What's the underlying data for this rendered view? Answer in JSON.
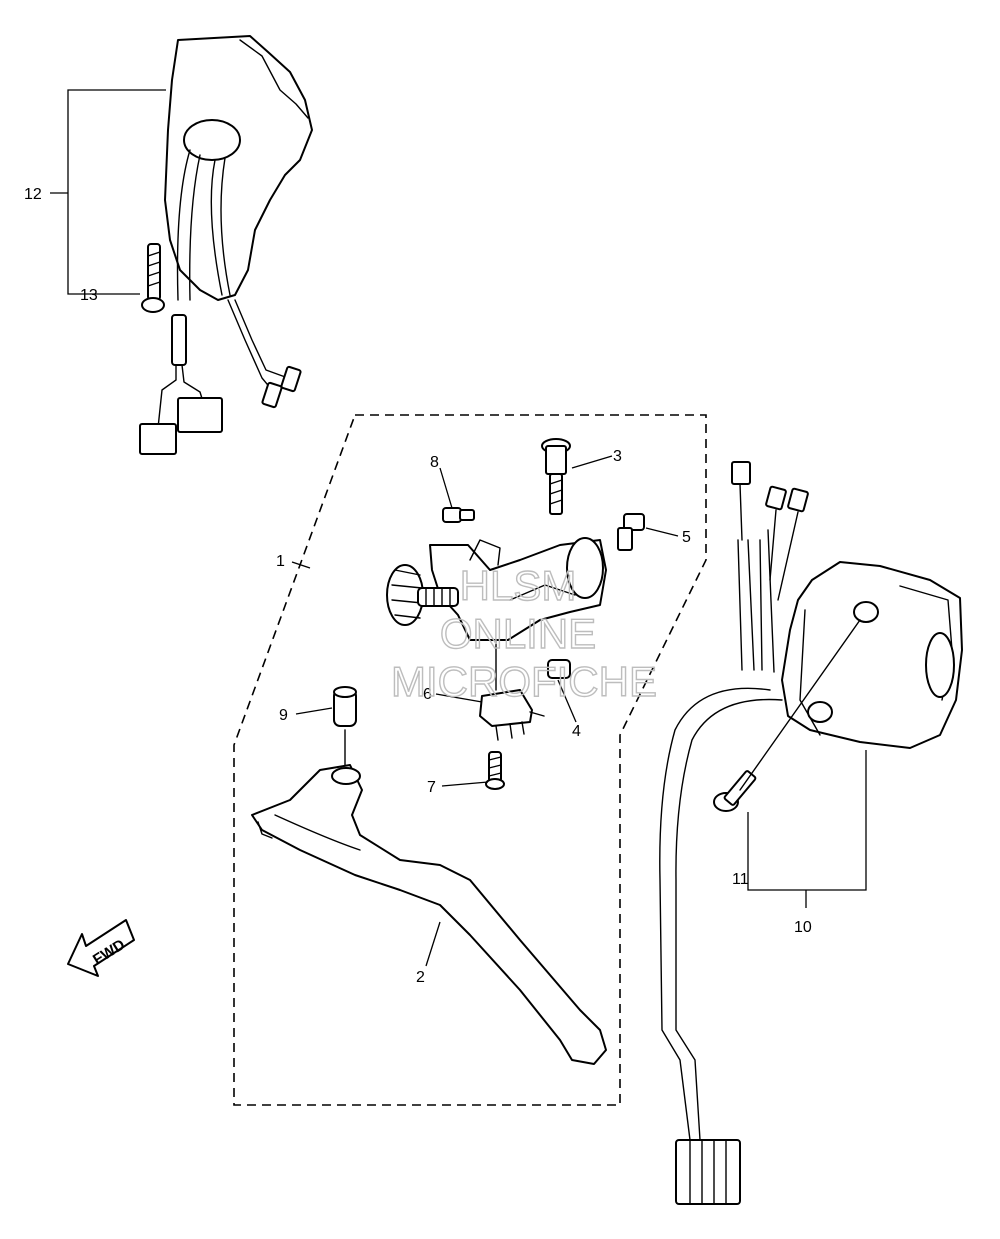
{
  "callouts": {
    "c1": "1",
    "c2": "2",
    "c3": "3",
    "c4": "4",
    "c5": "5",
    "c6": "6",
    "c7": "7",
    "c8": "8",
    "c9": "9",
    "c10": "10",
    "c11": "11",
    "c12": "12",
    "c13": "13"
  },
  "direction_marker": "FWD",
  "watermark": {
    "line1": "HLSM",
    "line2": "ONLINE",
    "line3": "MICROFICHE"
  }
}
